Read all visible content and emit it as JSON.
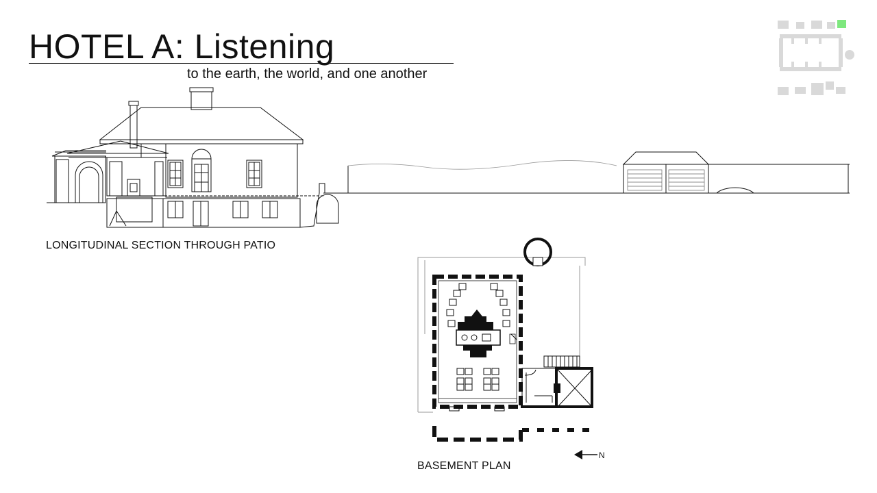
{
  "header": {
    "title": "HOTEL A: Listening",
    "subtitle": "to the earth, the world, and one another"
  },
  "drawings": {
    "section_label": "LONGITUDINAL SECTION THROUGH PATIO",
    "plan_label": "BASEMENT PLAN",
    "north_label": "N"
  },
  "key_plan": {
    "highlight_color": "#7ee87e",
    "block_color": "#d9d9d9"
  }
}
